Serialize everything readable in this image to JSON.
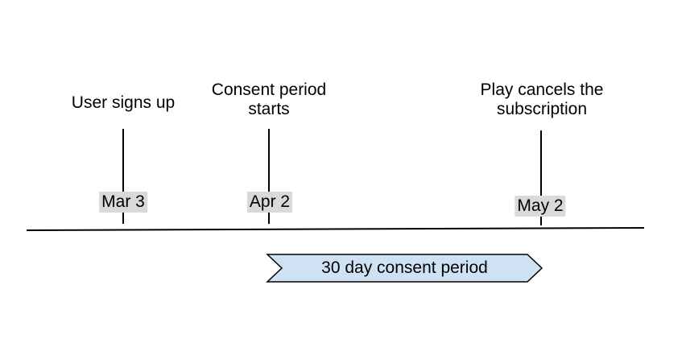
{
  "diagram": {
    "type": "timeline",
    "events": [
      {
        "label": "User signs up",
        "date": "Mar 3"
      },
      {
        "label": "Consent period starts",
        "date": "Apr 2"
      },
      {
        "label": "Play cancels the subscription",
        "date": "May 2"
      }
    ],
    "span": {
      "label": "30 day consent period"
    },
    "colors": {
      "date_chip_bg": "#d9d9d9",
      "span_fill": "#cfe2f3",
      "span_border": "#000000",
      "line_color": "#000000",
      "text_color": "#000000",
      "background": "#ffffff"
    }
  }
}
